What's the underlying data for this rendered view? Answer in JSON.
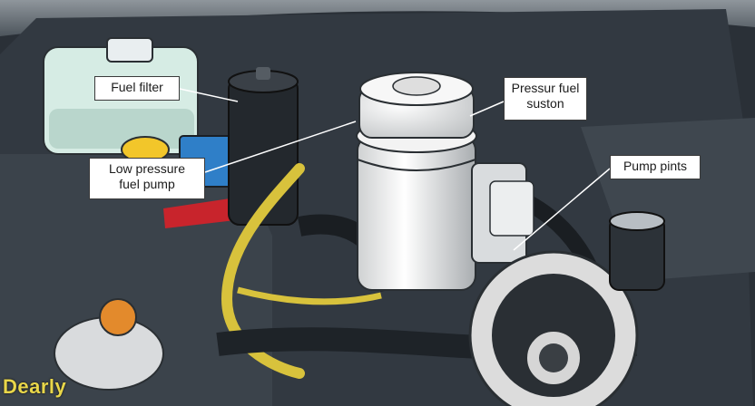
{
  "labels": {
    "fuel_filter": "Fuel filter",
    "low_pressure_line1": "Low pressure",
    "low_pressure_line2": "fuel pump",
    "pressure_line1": "Pressur fuel",
    "pressure_line2": "suston",
    "pump_pints": "Pump pints"
  },
  "watermark": "Dearly",
  "colors": {
    "engine_dark": "#2b3138",
    "reservoir": "#d6ece4",
    "fuel_line_yellow": "#d8c23c",
    "cap_yellow": "#f2c62a",
    "red_line": "#c8242c",
    "canister_white": "#eeeeee",
    "pump_housing": "#dcdcdc",
    "watermark": "#e8d64a"
  },
  "icons": [
    "reservoir-cap-icon",
    "oil-cap-icon"
  ]
}
